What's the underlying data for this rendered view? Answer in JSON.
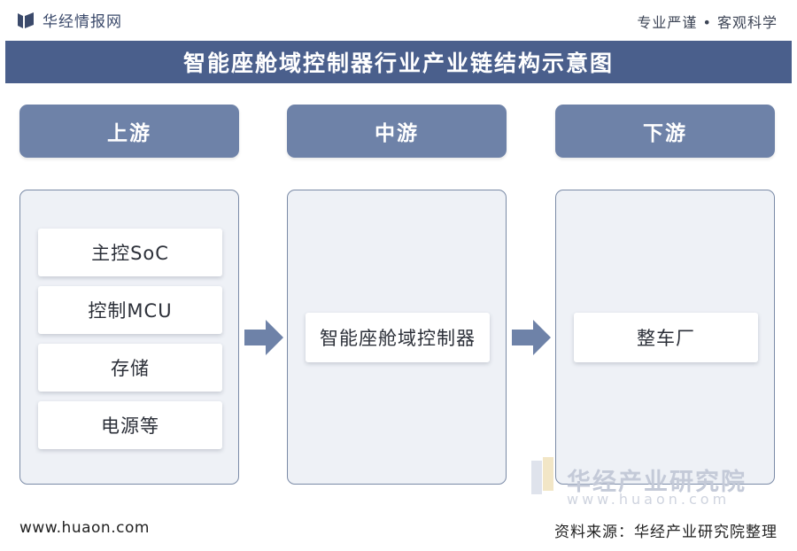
{
  "header": {
    "brand_name": "华经情报网",
    "slogan": "专业严谨 • 客观科学",
    "title": "智能座舱域控制器行业产业链结构示意图"
  },
  "stages": {
    "upstream": {
      "label": "上游",
      "items": [
        "主控SoC",
        "控制MCU",
        "存储",
        "电源等"
      ]
    },
    "midstream": {
      "label": "中游",
      "items": [
        "智能座舱域控制器"
      ]
    },
    "downstream": {
      "label": "下游",
      "items": [
        "整车厂"
      ]
    }
  },
  "watermark": {
    "name": "华经产业研究院",
    "url": "www.huaon.com"
  },
  "footer": {
    "url": "www.huaon.com",
    "source": "资料来源：华经产业研究院整理"
  },
  "colors": {
    "title_band": "#4a5f8c",
    "stage_header": "#6e82a8",
    "stage_box_bg": "#eef1f6",
    "arrow": "#6e82a8"
  }
}
